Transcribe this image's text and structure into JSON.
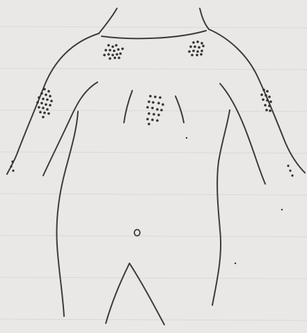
{
  "image": {
    "kind": "hand-drawn body outline sketch on lined paper",
    "paper_color": "#e9e8e6",
    "ink_color": "#3b3b3b",
    "rule_line_color": "#d6d5d3",
    "dot_groups": [
      {
        "region": "left-upper-chest",
        "dots": 16
      },
      {
        "region": "right-upper-chest",
        "dots": 14
      },
      {
        "region": "left-upper-arm",
        "dots": 20
      },
      {
        "region": "right-upper-arm",
        "dots": 12
      },
      {
        "region": "mid-chest",
        "dots": 18
      },
      {
        "region": "left-forearm",
        "dots": 3
      },
      {
        "region": "right-forearm",
        "dots": 3
      }
    ]
  }
}
